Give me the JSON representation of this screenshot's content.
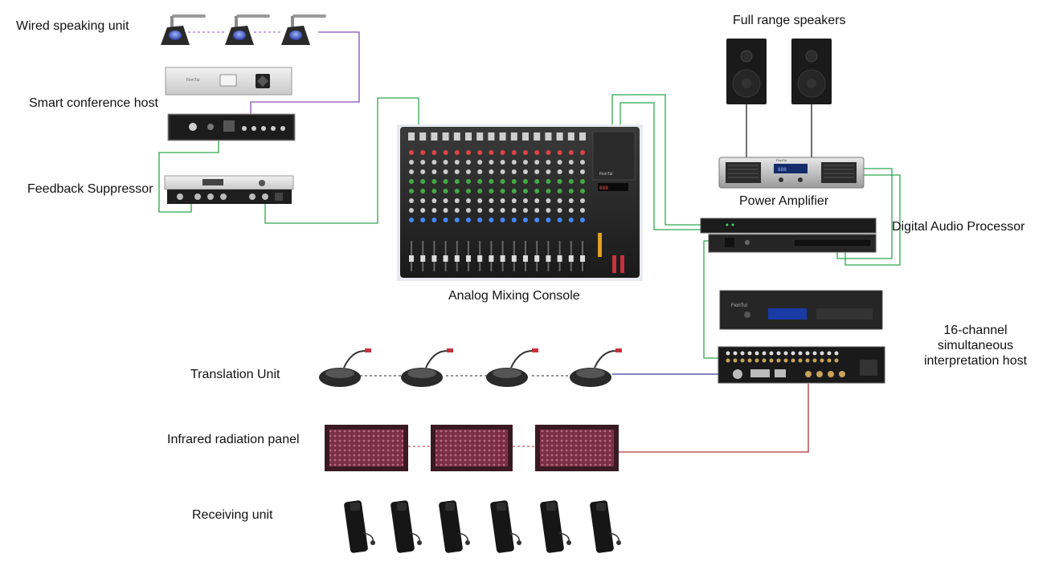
{
  "labels": {
    "wired_speaking_unit": "Wired speaking unit",
    "smart_conference_host": "Smart conference host",
    "feedback_suppressor": "Feedback Suppressor",
    "analog_mixing_console": "Analog Mixing Console",
    "full_range_speakers": "Full range speakers",
    "power_amplifier": "Power Amplifier",
    "digital_audio_processor": "Digital Audio Processor",
    "interpretation_host": "16-channel simultaneous interpretation host",
    "translation_unit": "Translation Unit",
    "infrared_radiation_panel": "Infrared radiation panel",
    "receiving_unit": "Receiving unit"
  },
  "devices": {
    "conference_host_front_brand": "FionTui",
    "mixer_brand": "FionTui",
    "amplifier_brand": "FionTui",
    "interpretation_host_brand": "FionTui"
  },
  "counts": {
    "wired_speaking_units": 3,
    "translation_units": 4,
    "infrared_panels": 3,
    "receiving_units": 6,
    "mixer_channels": 16,
    "full_range_speakers": 2
  },
  "colors": {
    "green_cable": "#2ea84f",
    "purple_cable": "#8a4fb5",
    "red_cable": "#b0323a",
    "blue_cable": "#3a3a9a",
    "black_cable": "#222222",
    "device_dark": "#1e1e1e",
    "device_silver": "#d6d6d6",
    "ir_panel": "#6b2a3e"
  }
}
